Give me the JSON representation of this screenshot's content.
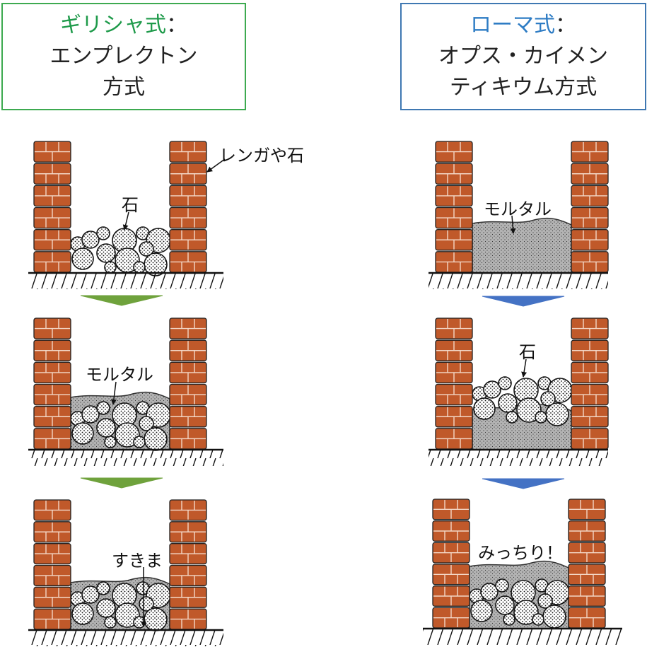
{
  "greek": {
    "title_highlight": "ギリシャ式",
    "title_colon": "：",
    "title_line2": "エンプレクトン",
    "title_line3": "方式",
    "color": "#1e9a4a",
    "arrow_color": "#6fa23c",
    "labels": {
      "brick_or_stone": "レンガや石",
      "stone": "石",
      "mortar": "モルタル",
      "gap": "すきま"
    }
  },
  "roman": {
    "title_highlight": "ローマ式",
    "title_colon": "：",
    "title_line2": "オプス・カイメン",
    "title_line3": "ティキウム方式",
    "color": "#2e7cc4",
    "arrow_color": "#4472c4",
    "labels": {
      "mortar": "モルタル",
      "stone": "石",
      "packed": "みっちり！"
    }
  },
  "colors": {
    "brick": "#c0592a",
    "mortar": "#b3b3b3"
  }
}
